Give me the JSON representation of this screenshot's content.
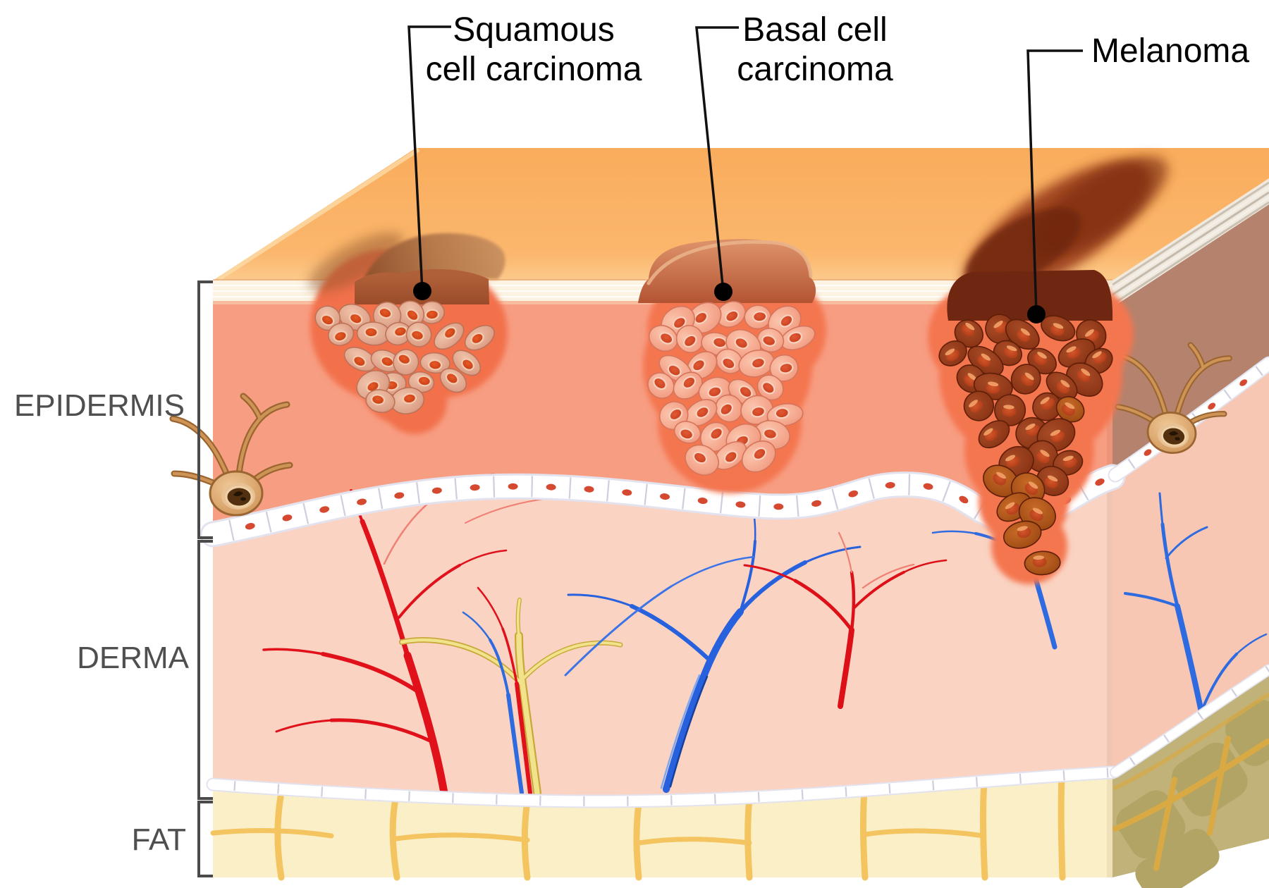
{
  "figure": {
    "type": "medical-illustration",
    "subject": "Skin cancer types in a 3D cross-section of skin"
  },
  "annotations": {
    "squamous": {
      "line1": "Squamous",
      "line2": "cell carcinoma"
    },
    "basal": {
      "line1": "Basal cell",
      "line2": "carcinoma"
    },
    "melanoma": {
      "label": "Melanoma"
    }
  },
  "layers": {
    "epidermis": "EPIDERMIS",
    "derma": "DERMA",
    "fat": "FAT"
  },
  "colors": {
    "background": "#FFFFFF",
    "skin_surface": "#FBB66B",
    "stratum_corneum": "#FCF3E2",
    "epidermis_front": "#F79D82",
    "epidermis_side": "#B5826D",
    "derma_front": "#FAD3C2",
    "derma_side": "#F7C7B4",
    "fat_front": "#FBEFC7",
    "fat_side": "#C0B278",
    "fat_seam": "#F3C45F",
    "membrane": "#FFFFFF",
    "membrane_dot": "#D23A20",
    "tumor_halo": "#F4764F",
    "squamous_cell": "#D99D85",
    "basal_cell": "#F3A68C",
    "melanoma_cell": "#8C3A1D",
    "artery": "#E0111A",
    "vein": "#2E6BE0",
    "nerve": "#EFDF86",
    "label_text": "#000000",
    "layer_label_text": "#4F4F4F",
    "leader_line": "#111111"
  }
}
